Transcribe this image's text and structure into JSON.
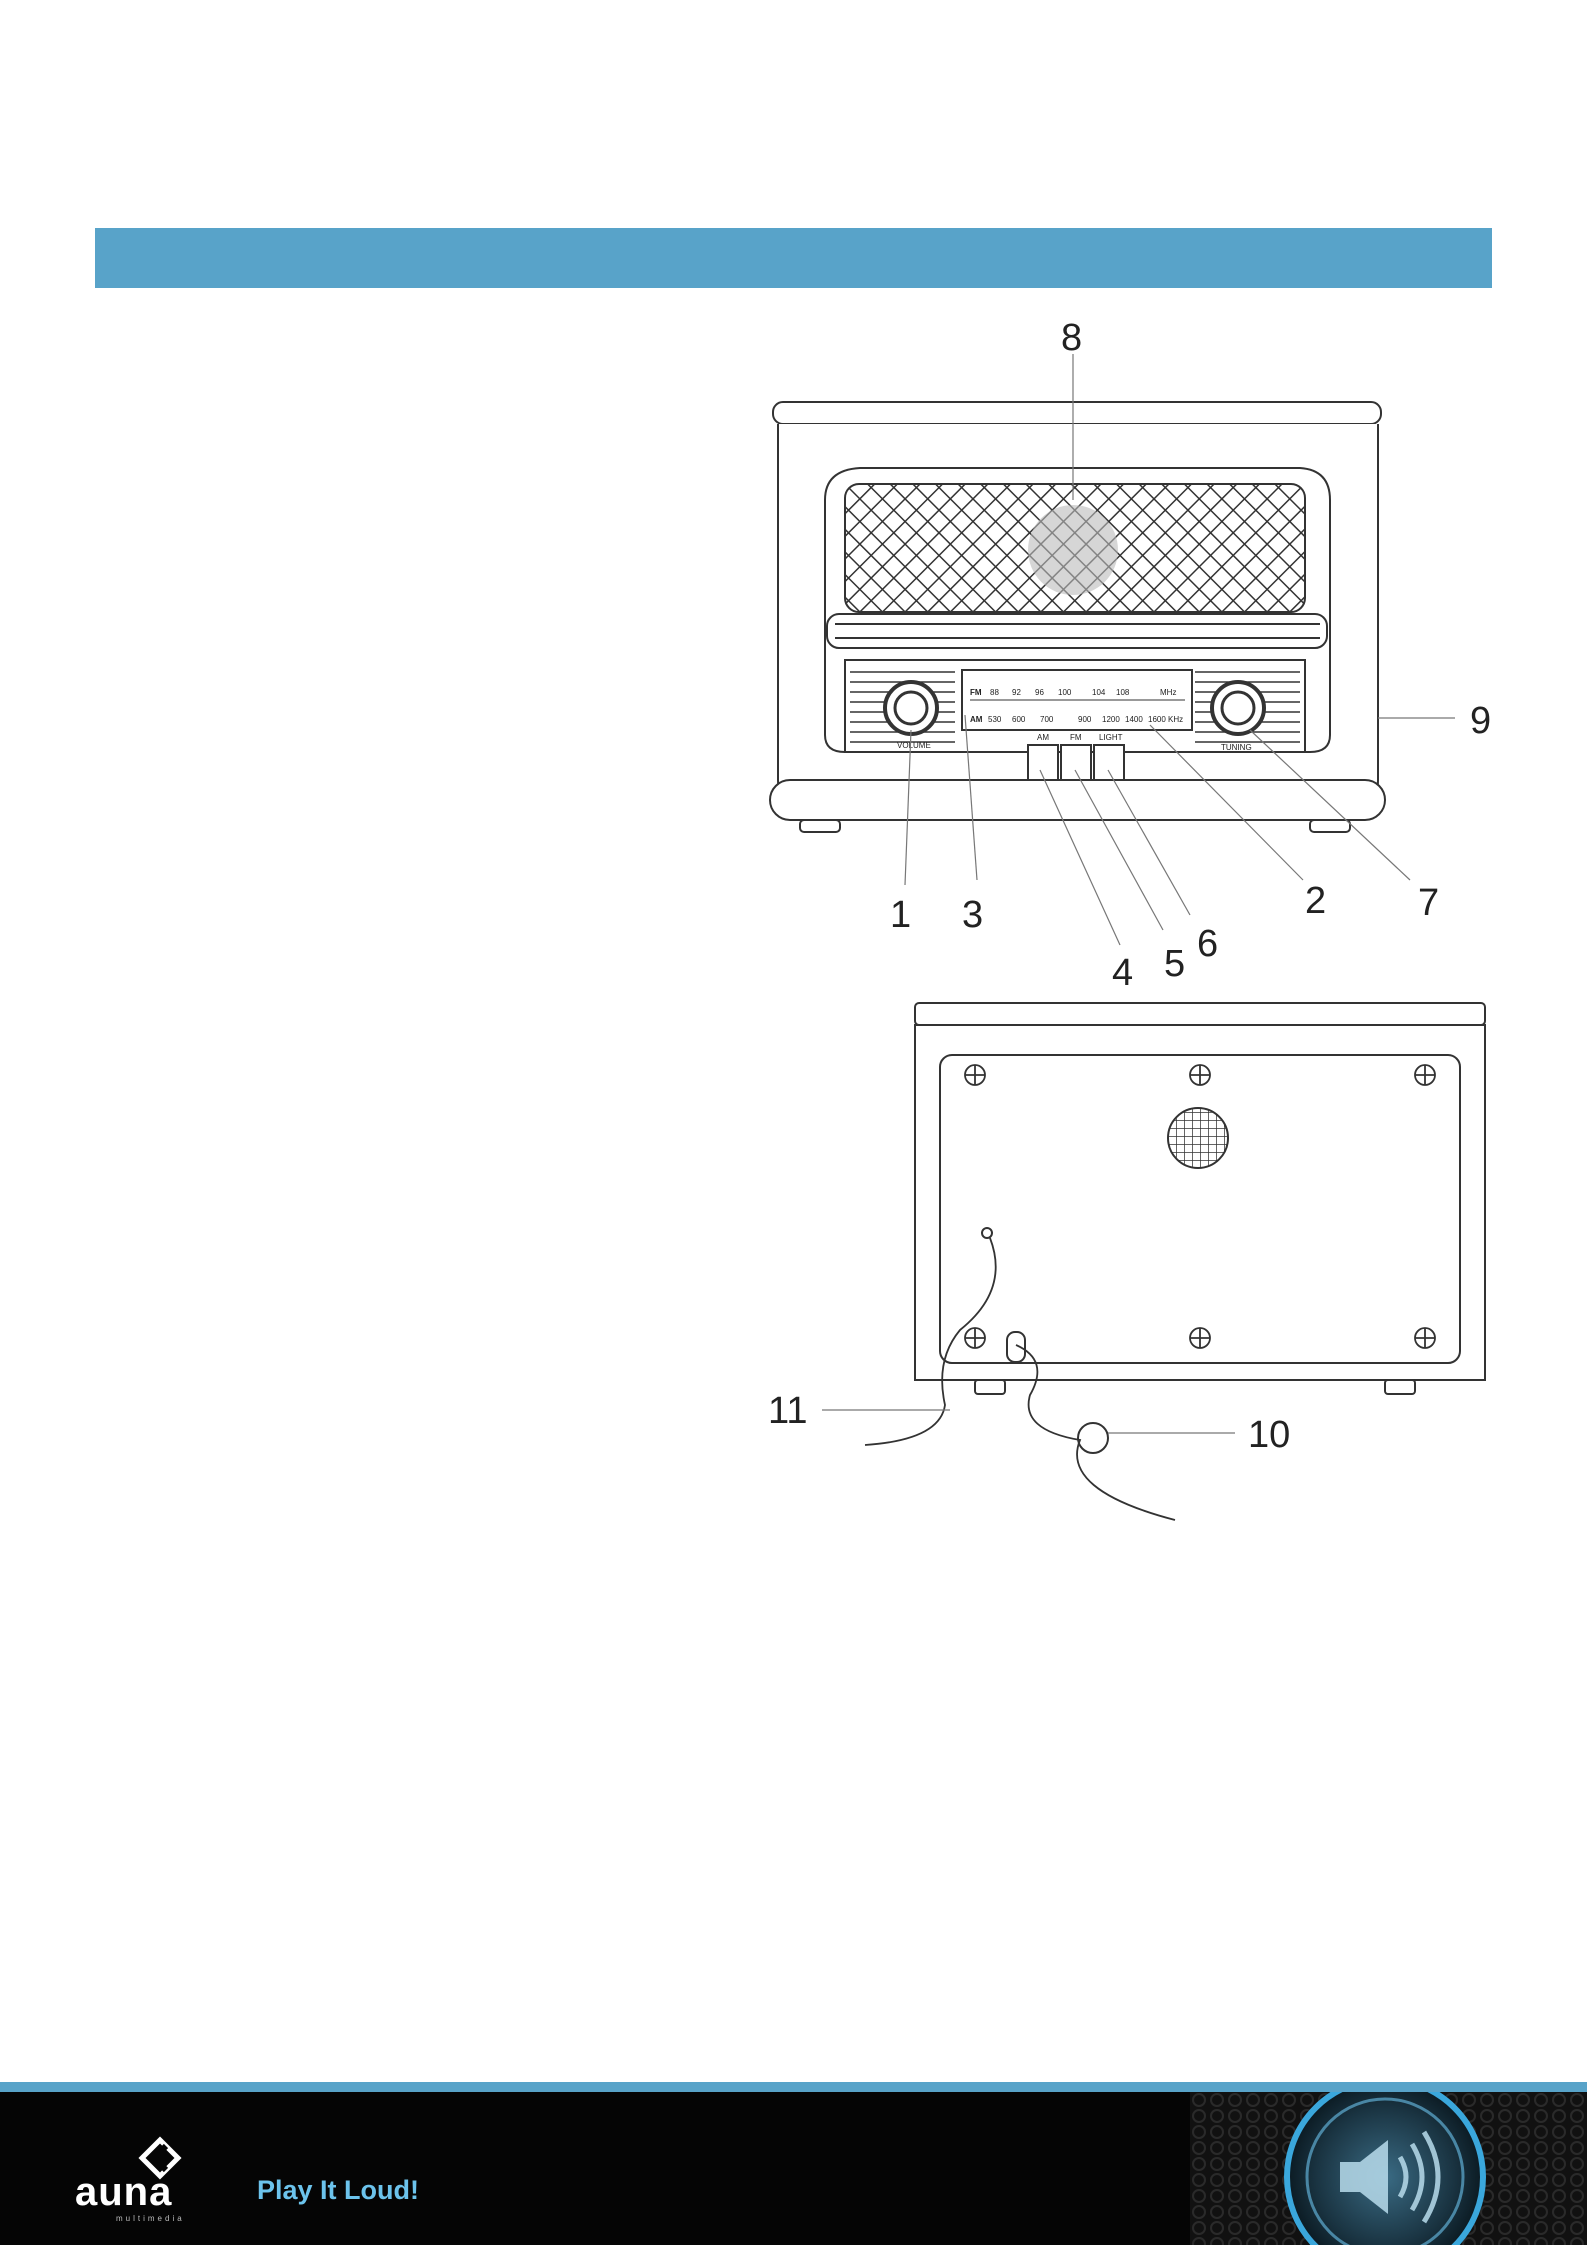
{
  "header": {
    "color": "#58a3c9"
  },
  "front_view": {
    "callouts": [
      "1",
      "2",
      "3",
      "4",
      "5",
      "6",
      "7",
      "8",
      "9"
    ],
    "dial": {
      "fm_band": "FM",
      "fm_scale": [
        "88",
        "92",
        "96",
        "100",
        "104",
        "108",
        "MHz"
      ],
      "am_band": "AM",
      "am_scale": [
        "530",
        "600",
        "700",
        "900",
        "1200",
        "1400",
        "1600",
        "KHz"
      ]
    },
    "knob_labels": {
      "volume": "VOLUME",
      "tuning": "TUNING"
    },
    "button_labels": {
      "am": "AM",
      "fm": "FM",
      "light": "LIGHT"
    }
  },
  "back_view": {
    "callouts": [
      "10",
      "11"
    ]
  },
  "footer": {
    "brand": "auna",
    "sub": "multimedia",
    "tagline": "Play It Loud!",
    "accent": "#6cc3ec"
  }
}
